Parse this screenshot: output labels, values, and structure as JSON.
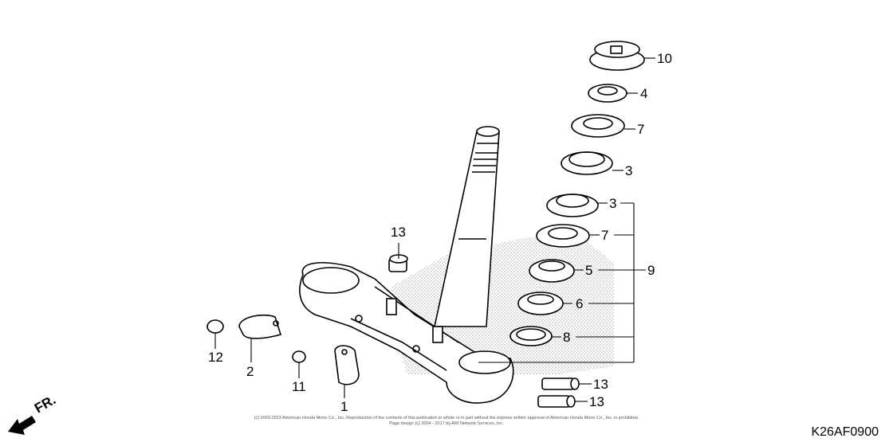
{
  "callouts": {
    "c10": "10",
    "c4": "4",
    "c7a": "7",
    "c3a": "3",
    "c3b": "3",
    "c7b": "7",
    "c5": "5",
    "c9": "9",
    "c6": "6",
    "c8": "8",
    "c13a": "13",
    "c13b": "13",
    "c13c": "13",
    "c12": "12",
    "c2": "2",
    "c11": "11",
    "c1": "1"
  },
  "copyright_line1": "(c) 2003-2013 American Honda Motor Co., Inc. Reproduction of the contents of this publication in whole or in part without the express written approval of American Honda Motor Co., Inc. is prohibited.",
  "copyright_line2": "Page design (c) 2004 - 2017 by ARI Network Services, Inc.",
  "diagram_code": "K26AF0900",
  "direction_label": "FR."
}
